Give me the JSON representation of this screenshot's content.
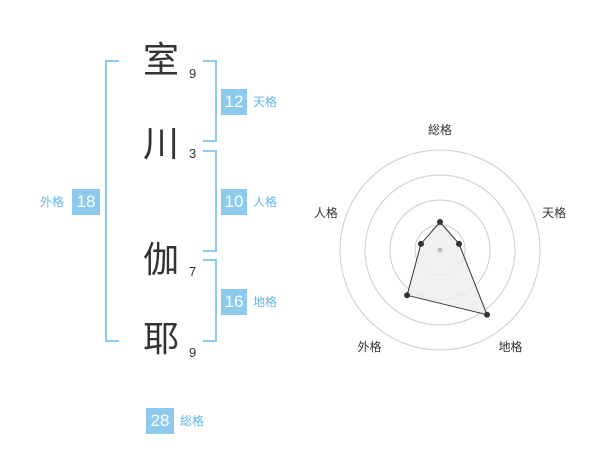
{
  "name": {
    "chars": [
      {
        "char": "室",
        "strokes": "9"
      },
      {
        "char": "川",
        "strokes": "3"
      },
      {
        "char": "伽",
        "strokes": "7"
      },
      {
        "char": "耶",
        "strokes": "9"
      }
    ]
  },
  "fortune": {
    "tenkaku": {
      "value": "12",
      "label": "天格"
    },
    "jinkaku": {
      "value": "10",
      "label": "人格"
    },
    "chikaku": {
      "value": "16",
      "label": "地格"
    },
    "gaikaku": {
      "value": "18",
      "label": "外格"
    },
    "soukaku": {
      "value": "28",
      "label": "総格"
    }
  },
  "chart_data": {
    "type": "radar",
    "axes": [
      "総格",
      "天格",
      "地格",
      "外格",
      "人格"
    ],
    "scale": [
      0,
      5
    ],
    "rings": 4,
    "values": [
      1.4,
      1.0,
      4.0,
      2.8,
      1.0
    ],
    "colors": {
      "fill": "#eeeeee",
      "line": "#333333",
      "grid": "#cccccc",
      "center": "#bbbbbb"
    }
  }
}
